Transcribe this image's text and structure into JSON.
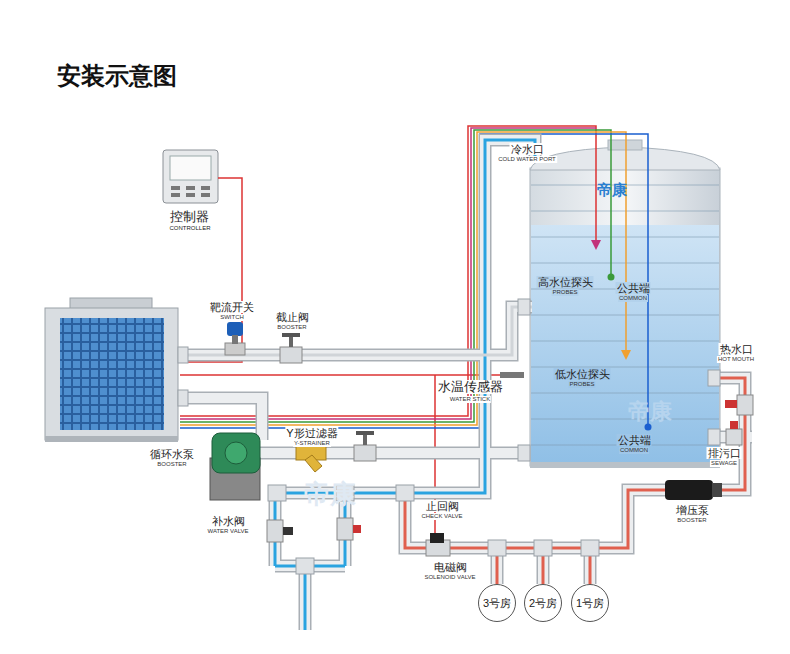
{
  "diagram": {
    "title": "安装示意图",
    "nodes": [
      {
        "text": [
          "控制器",
          "CONTROLLER"
        ]
      },
      {
        "text": [
          "3号房"
        ]
      },
      {
        "text": [
          "2号房"
        ]
      },
      {
        "text": [
          "1号房"
        ]
      }
    ],
    "labels": [
      "冷水口",
      "COLD WATER PORT",
      "帝康",
      "高水位探头",
      "PROBES",
      "公共端",
      "COMMON",
      "低水位探头",
      "PROBES",
      "公共端",
      "COMMON",
      "帝康",
      "靶流开关",
      "SWITCH",
      "截止阀",
      "BOOSTER",
      "水温传感器",
      "WATER STICK",
      "热水口",
      "HOT MOUTH",
      "排污口",
      "SEWAGE",
      "Y形过滤器",
      "Y-STRAINER",
      "循环水泵",
      "BOOSTER",
      "补水阀",
      "WATER VALVE",
      "止回阀",
      "CHECK VALVE",
      "电磁阀",
      "SOLENOID VALVE",
      "增压泵",
      "BOOSTER",
      "帝康"
    ]
  }
}
